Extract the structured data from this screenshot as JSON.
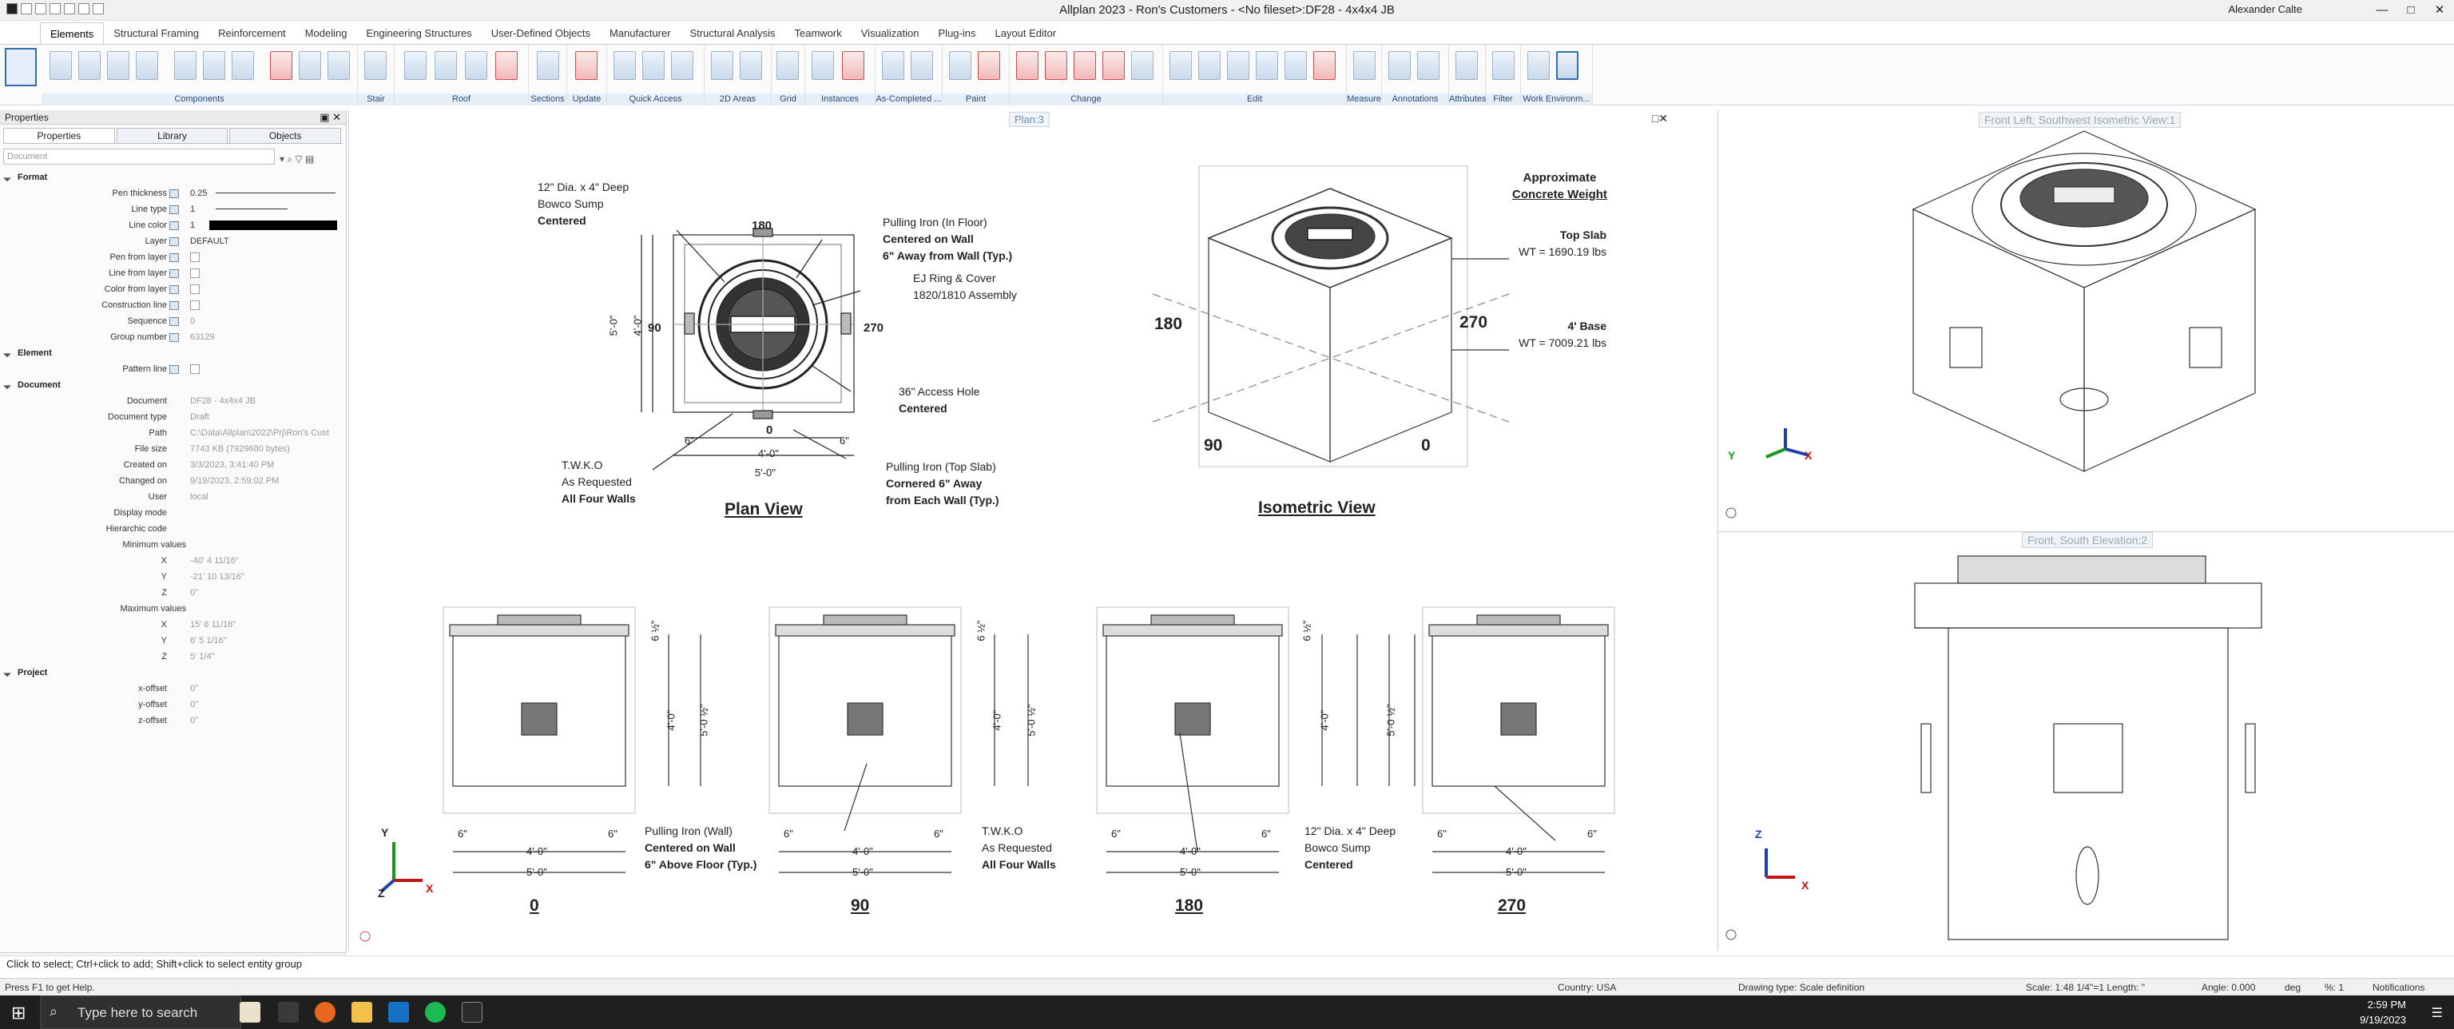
{
  "window": {
    "title": "Allplan 2023 - Ron's Customers - <No fileset>:DF28 - 4x4x4 JB",
    "user": "Alexander Calte",
    "controls": [
      "—",
      "□",
      "✕"
    ]
  },
  "tabs": [
    "Elements",
    "Structural Framing",
    "Reinforcement",
    "Modeling",
    "Engineering Structures",
    "User-Defined Objects",
    "Manufacturer",
    "Structural Analysis",
    "Teamwork",
    "Visualization",
    "Plug-ins",
    "Layout Editor"
  ],
  "active_tab": "Elements",
  "ribbon_groups": [
    "Components",
    "Stair",
    "Roof",
    "Sections",
    "Update",
    "Quick Access",
    "2D Areas",
    "Grid",
    "Instances",
    "As-Completed ...",
    "Paint",
    "Change",
    "Edit",
    "Measure",
    "Annotations",
    "Attributes",
    "Filter",
    "Work Environm..."
  ],
  "properties": {
    "title": "Properties",
    "tabs": [
      "Properties",
      "Library",
      "Objects"
    ],
    "selector": "Document",
    "sections": {
      "format": "Format",
      "element": "Element",
      "document": "Document",
      "project": "Project"
    },
    "format_rows": [
      {
        "label": "Pen thickness",
        "value": "0.25"
      },
      {
        "label": "Line type",
        "value": "1"
      },
      {
        "label": "Line color",
        "value": "1"
      },
      {
        "label": "Layer",
        "value": "DEFAULT"
      },
      {
        "label": "Pen from layer",
        "value": ""
      },
      {
        "label": "Line from layer",
        "value": ""
      },
      {
        "label": "Color from layer",
        "value": ""
      },
      {
        "label": "Construction line",
        "value": ""
      },
      {
        "label": "Sequence",
        "value": "0"
      },
      {
        "label": "Group number",
        "value": "63129"
      }
    ],
    "element_rows": [
      {
        "label": "Pattern line",
        "value": ""
      }
    ],
    "document_rows": [
      {
        "label": "Document",
        "value": "DF28 - 4x4x4 JB"
      },
      {
        "label": "Document type",
        "value": "Draft"
      },
      {
        "label": "Path",
        "value": "C:\\Data\\Allplan\\2022\\Prj\\Ron's Cust"
      },
      {
        "label": "File size",
        "value": "7743 KB (7929680 bytes)"
      },
      {
        "label": "Created on",
        "value": "3/3/2023, 3:41:40 PM"
      },
      {
        "label": "Changed on",
        "value": "9/19/2023, 2:59:02 PM"
      },
      {
        "label": "User",
        "value": "local"
      },
      {
        "label": "Display mode",
        "value": ""
      },
      {
        "label": "Hierarchic code",
        "value": ""
      }
    ],
    "min_label": "Minimum values",
    "min_rows": [
      {
        "label": "X",
        "value": "-40' 4 11/16\""
      },
      {
        "label": "Y",
        "value": "-21' 10 13/16\""
      },
      {
        "label": "Z",
        "value": "0\""
      }
    ],
    "max_label": "Maximum values",
    "max_rows": [
      {
        "label": "X",
        "value": "15' 6 11/16\""
      },
      {
        "label": "Y",
        "value": "6' 5 1/16\""
      },
      {
        "label": "Z",
        "value": "5' 1/4\""
      }
    ],
    "project_rows": [
      {
        "label": "x-offset",
        "value": "0\""
      },
      {
        "label": "y-offset",
        "value": "0\""
      },
      {
        "label": "z-offset",
        "value": "0\""
      }
    ]
  },
  "plan": {
    "tab_label": "Plan:3",
    "plan_view_title": "Plan View",
    "iso_view_title": "Isometric View",
    "notes": {
      "sump": [
        "12\" Dia. x 4\" Deep",
        "Bowco Sump",
        "Centered"
      ],
      "pulling_floor": [
        "Pulling Iron (In Floor)",
        "Centered on Wall",
        "6\" Away from Wall (Typ.)"
      ],
      "ring": [
        "EJ Ring & Cover",
        "1820/1810 Assembly"
      ],
      "access": [
        "36\" Access Hole",
        "Centered"
      ],
      "twko": [
        "T.W.K.O",
        "As Requested",
        "All Four Walls"
      ],
      "pulling_top": [
        "Pulling Iron (Top Slab)",
        "Cornered 6\" Away",
        "from Each Wall (Typ.)"
      ],
      "approx": [
        "Approximate",
        "Concrete Weight"
      ],
      "top_slab": [
        "Top Slab",
        "WT = 1690.19 lbs"
      ],
      "base": [
        "4' Base",
        "WT = 7009.21 lbs"
      ],
      "pulling_wall": [
        "Pulling Iron (Wall)",
        "Centered on Wall",
        "6\" Above Floor (Typ.)"
      ],
      "twko2": [
        "T.W.K.O",
        "As Requested",
        "All Four Walls"
      ],
      "sump2": [
        "12\" Dia. x 4\" Deep",
        "Bowco Sump",
        "Centered"
      ]
    },
    "angles": [
      "180",
      "90",
      "270",
      "0"
    ],
    "dims": {
      "six": "6\"",
      "four": "4'-0\"",
      "five": "5'-0\"",
      "six_half": "6 ½\"",
      "five_half": "5'-0 ½\""
    },
    "elev_labels": [
      "0",
      "90",
      "180",
      "270"
    ]
  },
  "views": {
    "iso_label": "Front Left, Southwest Isometric View:1",
    "elev_label": "Front, South Elevation:2",
    "axis": {
      "x": "X",
      "y": "Y",
      "z": "Z"
    }
  },
  "cmd_hint": "Click to select; Ctrl+click to add; Shift+click to select entity group",
  "status": {
    "help": "Press F1 to get Help.",
    "country": "Country:  USA",
    "drawing_type": "Drawing type:  Scale definition",
    "scale": "Scale:  1:48  1/4\"=1  Length:  \"",
    "angle": "Angle:  0.000",
    "unit": "deg",
    "percent": "%:  1",
    "notifications": "Notifications"
  },
  "taskbar": {
    "search_placeholder": "Type here to search",
    "time": "2:59 PM",
    "date": "9/19/2023"
  },
  "colors": {
    "accent": "#2f6fb0",
    "ribbon_label": "#2a4d75",
    "taskbar": "#1f1f1f"
  }
}
